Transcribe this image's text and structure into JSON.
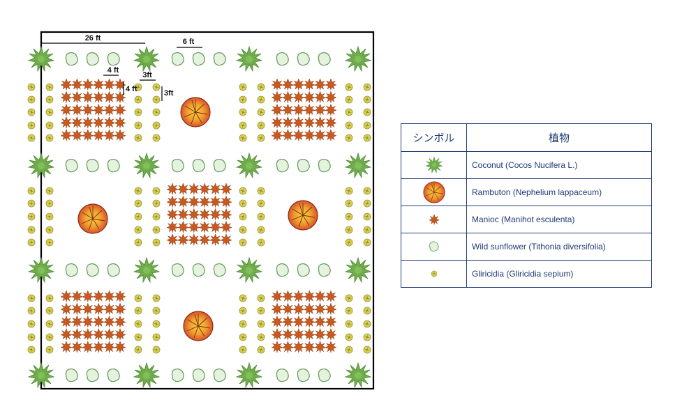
{
  "dimensions": {
    "total_width": "26 ft",
    "spacing_a": "6 ft",
    "spacing_b": "4 ft",
    "spacing_c": "4 ft",
    "spacing_d": "3ft",
    "spacing_e": "3ft"
  },
  "legend": {
    "header_symbol": "シンボル",
    "header_plant": "植物",
    "rows": [
      {
        "icon": "coconut-icon",
        "label": "Coconut (Cocos Nucifera L.)"
      },
      {
        "icon": "rambutan-icon",
        "label": "Rambuton (Nephelium lappaceum)"
      },
      {
        "icon": "manioc-icon",
        "label": "Manioc (Manihot esculenta)"
      },
      {
        "icon": "wild-sunflower-icon",
        "label": "Wild sunflower (Tithonia diversifolia)"
      },
      {
        "icon": "gliricidia-icon",
        "label": "Gliricidia (Gliricidia sepium)"
      }
    ]
  },
  "colors": {
    "coconut": "#6fae4a",
    "rambutan_outer": "#d9542a",
    "rambutan_inner": "#f6d23a",
    "manioc": "#c75a20",
    "wild_sunflower_fill": "#e6f2e0",
    "wild_sunflower_stroke": "#5f9a52",
    "gliricidia": "#cfc54a",
    "legend_border": "#1f3b73"
  }
}
